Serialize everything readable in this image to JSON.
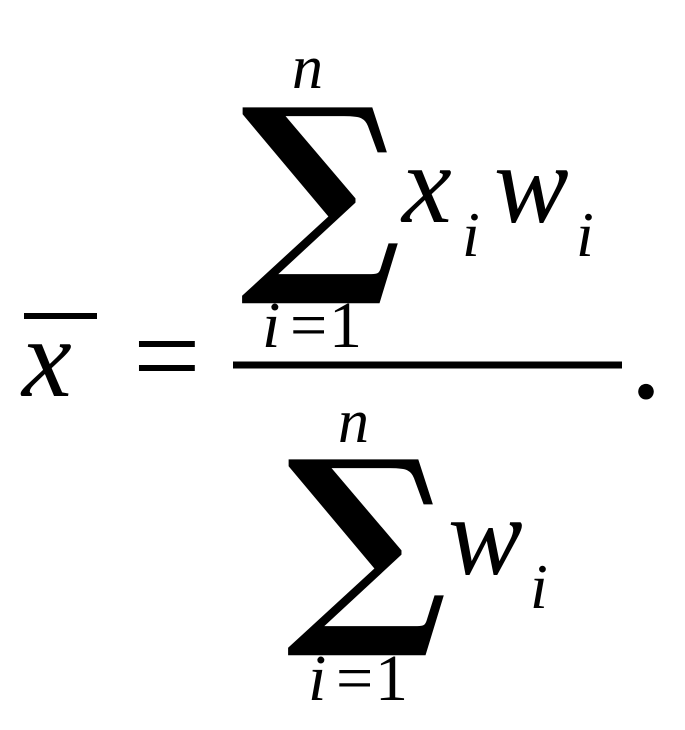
{
  "formula": {
    "lhs": {
      "variable": "x"
    },
    "equals": "=",
    "numerator": {
      "sum_symbol": "∑",
      "upper_limit": "n",
      "lower_index": "i",
      "lower_equals": "=",
      "lower_value": "1",
      "term1_base": "x",
      "term1_sub": "i",
      "term2_base": "w",
      "term2_sub": "i"
    },
    "denominator": {
      "sum_symbol": "∑",
      "upper_limit": "n",
      "lower_index": "i",
      "lower_equals": "=",
      "lower_value": "1",
      "term_base": "w",
      "term_sub": "i"
    },
    "trailing_punct": "."
  }
}
